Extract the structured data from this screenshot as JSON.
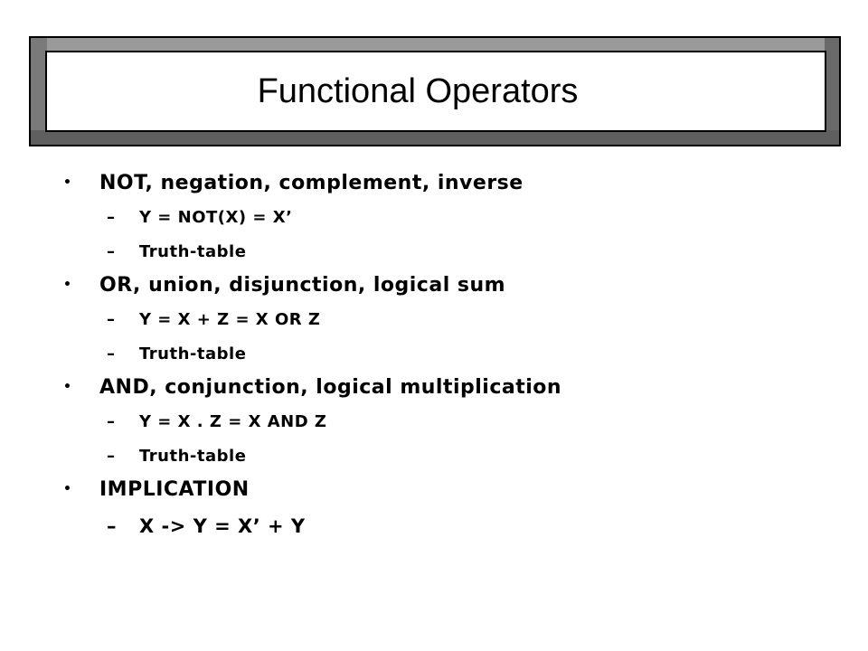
{
  "slide": {
    "title": "Functional Operators",
    "bullet_glyph": "•",
    "dash_glyph": "–",
    "items": [
      {
        "text": "NOT, negation, complement, inverse",
        "subitems": [
          {
            "text": "Y = NOT(X) = X’"
          },
          {
            "text": "Truth-table"
          }
        ]
      },
      {
        "text": "OR, union, disjunction, logical sum",
        "subitems": [
          {
            "text": "Y = X + Z = X OR Z"
          },
          {
            "text": "Truth-table"
          }
        ]
      },
      {
        "text": "AND, conjunction, logical multiplication",
        "subitems": [
          {
            "text": "Y = X . Z = X AND Z"
          },
          {
            "text": "Truth-table"
          }
        ]
      },
      {
        "text": "IMPLICATION",
        "subitems": [
          {
            "text": "X -> Y = X’ + Y"
          }
        ]
      }
    ]
  }
}
